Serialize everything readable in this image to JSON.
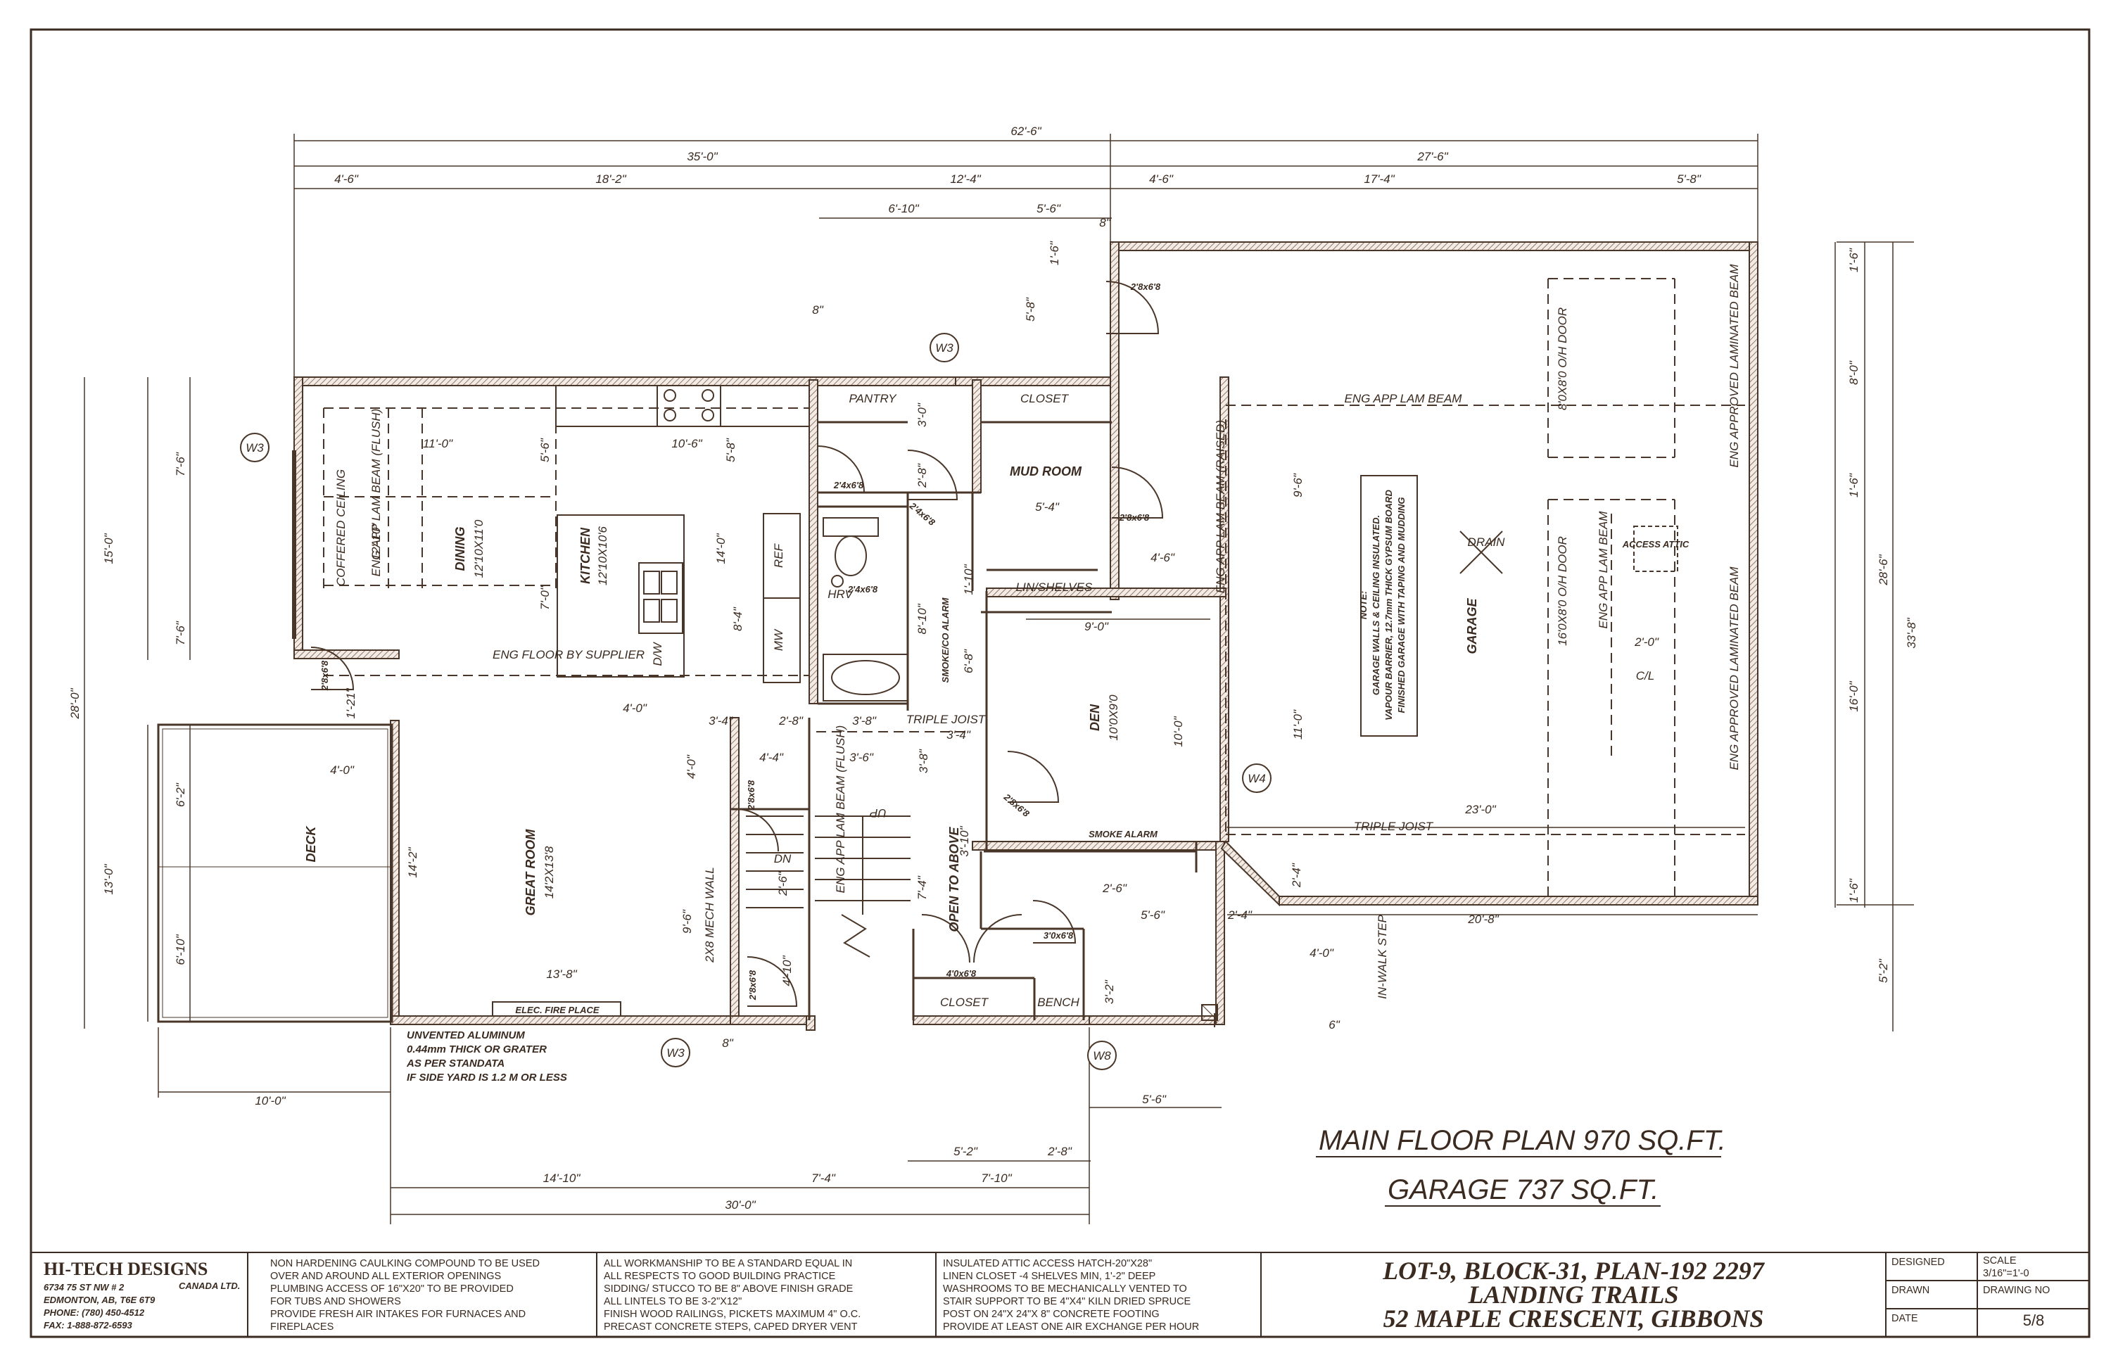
{
  "dims": {
    "overall_width": "62'-6\"",
    "left_width": "35'-0\"",
    "right_width": "27'-6\"",
    "d_4_6_a": "4'-6\"",
    "d_18_2": "18'-2\"",
    "d_12_4": "12'-4\"",
    "d_4_6_b": "4'-6\"",
    "d_17_4": "17'-4\"",
    "d_5_8": "5'-8\"",
    "d_6_10": "6'-10\"",
    "d_5_6_top": "5'-6\"",
    "d_8_top": "8\"",
    "d_1_6_left": "1'-6\"",
    "d_5_8_v": "5'-8\"",
    "d_8_pantry": "8\"",
    "d_1_6_r1": "1'-6\"",
    "d_8_0": "8'-0\"",
    "d_1_6_r2": "1'-6\"",
    "d_16_0": "16'-0\"",
    "d_1_6_r3": "1'-6\"",
    "d_28_6": "28'-6\"",
    "d_33_8": "33'-8\"",
    "d_5_2": "5'-2\"",
    "d_7_6_a": "7'-6\"",
    "d_7_6_b": "7'-6\"",
    "d_15_0": "15'-0\"",
    "d_28_0": "28'-0\"",
    "d_6_2": "6'-2\"",
    "d_6_10_v": "6'-10\"",
    "d_13_0": "13'-0\"",
    "d_11_0": "11'-0\"",
    "d_10_6": "10'-6\"",
    "d_5_6_kit": "5'-6\"",
    "d_5_8_kit": "5'-8\"",
    "d_14_0": "14'-0\"",
    "d_8_4": "8'-4\"",
    "d_12_10": "12'-10\"",
    "d_7_0": "7'-0\"",
    "d_1_21": "1'-21\"",
    "d_4_0_great": "4'-0\"",
    "d_3_4": "3'-4\"",
    "d_2_8_hall": "2'-8\"",
    "d_3_8": "3'-8\"",
    "d_3_4_b": "3'-4\"",
    "d_4_0_deck": "4'-0\"",
    "d_14_2": "14'-2\"",
    "d_4_0_v": "4'-0\"",
    "d_3_6": "3'-6\"",
    "d_4_4": "4'-4\"",
    "d_9_6": "9'-6\"",
    "d_2_6": "2'-6\"",
    "d_13_8": "13'-8\"",
    "d_4_10": "4'-10\"",
    "d_8_mech": "8\"",
    "d_3_0": "3'-0\"",
    "d_2_8_v": "2'-8\"",
    "d_5_4": "5'-4\"",
    "d_4_6_mud": "4'-6\"",
    "d_1_10": "1'-10\"",
    "d_8_10": "8'-10\"",
    "d_6_8": "6'-8\"",
    "d_9_0": "9'-0\"",
    "d_10_0": "10'-0\"",
    "d_3_8_v": "3'-8\"",
    "d_3_10": "3'-10\"",
    "d_7_4": "7'-4\"",
    "d_2_6_closet": "2'-6\"",
    "d_5_6_step": "5'-6\"",
    "d_2_4_step": "2'-4\"",
    "d_2_4_v": "2'-4\"",
    "d_4_0_step": "4'-0\"",
    "d_3_2": "3'-2\"",
    "d_6_corner": "6\"",
    "d_9_6_g": "9'-6\"",
    "d_11_0_g": "11'-0\"",
    "d_23_0": "23'-0\"",
    "d_20_8": "20'-8\"",
    "d_2_0": "2'-0\"",
    "d_10_0_bottom": "10'-0\"",
    "d_5_6_bottom": "5'-6\"",
    "d_5_2_bottom": "5'-2\"",
    "d_2_8_bottom": "2'-8\"",
    "d_14_10": "14'-10\"",
    "d_7_4_bottom": "7'-4\"",
    "d_7_10": "7'-10\"",
    "d_30_0": "30'-0\""
  },
  "rooms": {
    "pantry": "PANTRY",
    "closet_top": "CLOSET",
    "mud_room": "MUD ROOM",
    "lin_shelves": "LIN/SHELVES",
    "dining": "DINING",
    "dining_size": "12'10X11'0",
    "kitchen": "KITCHEN",
    "kitchen_size": "12'10X10'6",
    "coffered": "COFFERED CEILING",
    "great_room": "GREAT ROOM",
    "great_room_size": "14'2X13'8",
    "deck": "DECK",
    "den": "DEN",
    "den_size": "10'0X9'0",
    "garage": "GARAGE",
    "drain": "DRAIN",
    "access_attic": "ACCESS ATTIC",
    "closet_bottom": "CLOSET",
    "bench": "BENCH",
    "cl": "C/L",
    "ref": "REF",
    "mw": "MW",
    "dw": "D/W",
    "hrv": "HRV",
    "smoke_co": "SMOKE/CO ALARM",
    "smoke": "SMOKE ALARM",
    "open_above": "OPEN TO ABOVE",
    "mech_wall": "2X8 MECH WALL",
    "up": "UP",
    "dn": "DN",
    "elec_fp": "ELEC. FIRE PLACE",
    "in_walk_step": "IN-WALK STEP"
  },
  "beams": {
    "eng_lam_beam_top": "ENG APP LAM BEAM",
    "eng_lam_flush": "ENG APP LAM BEAM (FLUSH)",
    "eng_lam_raised": "ENG APP LAM BEAM (RAISED)",
    "eng_floor": "ENG FLOOR BY SUPPLIER",
    "eng_lam_flush2": "ENG APP LAM BEAM (FLUSH)",
    "triple_joist": "TRIPLE JOIST",
    "triple_joist2": "TRIPLE JOIST",
    "eng_approved_right1": "ENG APPROVED LAMINATED BEAM",
    "eng_approved_right2": "ENG APPROVED LAMINATED BEAM",
    "eng_lam_garage": "ENG APP LAM BEAM",
    "door1": "8'0X8'0 O/H DOOR",
    "door2": "16'0X8'0 O/H DOOR"
  },
  "doors": {
    "d1": "2'8x6'8",
    "d2": "2'4x6'8",
    "d3": "2'4x6'8",
    "d4": "2'8x6'8",
    "d5": "2'4x6'8",
    "d6": "2'8x6'8",
    "d7": "2'8x6'8",
    "d8": "2'8x6'8",
    "d9": "2'8x6'8",
    "d10": "4'0x6'8",
    "d11": "3'0x6'8"
  },
  "windows": {
    "w3a": "W3",
    "w3b": "W3",
    "w3c": "W3",
    "w4": "W4",
    "w8": "W8"
  },
  "garage_note": [
    "NOTE:",
    "GARAGE WALLS & CEILING INSULATED.",
    "VAPOUR BARRIER, 12.7mm THICK GYPSUM BOARD",
    "FINISHED GARAGE WITH TAPING AND MUDDING"
  ],
  "rail_note": [
    "UNVENTED ALUMINUM",
    "0.44mm THICK OR GRATER",
    "AS PER STANDATA",
    "IF SIDE YARD IS 1.2 M OR LESS"
  ],
  "summary": {
    "main_floor": "MAIN FLOOR PLAN 970 SQ.FT.",
    "garage": "GARAGE 737 SQ.FT."
  },
  "title_block": {
    "company": "HI-TECH DESIGNS",
    "company_sub": "CANADA LTD.",
    "address1": "6734 75 ST NW # 2",
    "address2": "EDMONTON, AB, T6E 6T9",
    "phone": "PHONE: (780) 450-4512",
    "fax": "FAX: 1-888-872-6593",
    "notes_col1": [
      "NON HARDENING CAULKING COMPOUND TO BE USED",
      "OVER AND AROUND ALL EXTERIOR OPENINGS",
      "PLUMBING ACCESS OF 16\"X20\" TO BE PROVIDED",
      "FOR TUBS AND SHOWERS",
      "PROVIDE FRESH AIR INTAKES FOR FURNACES AND",
      "FIREPLACES"
    ],
    "notes_col2": [
      "ALL WORKMANSHIP TO BE A STANDARD EQUAL IN",
      "ALL RESPECTS TO GOOD BUILDING PRACTICE",
      "SIDDING/ STUCCO TO BE 8\" ABOVE FINISH GRADE",
      "ALL LINTELS TO BE 3-2\"X12\"",
      "FINISH WOOD RAILINGS, PICKETS MAXIMUM 4\" O.C.",
      "PRECAST CONCRETE STEPS, CAPED DRYER VENT"
    ],
    "notes_col3": [
      "INSULATED ATTIC ACCESS HATCH-20\"X28\"",
      "LINEN CLOSET -4 SHELVES MIN, 1'-2\" DEEP",
      "WASHROOMS TO BE MECHANICALLY VENTED TO",
      "STAIR SUPPORT TO BE 4\"X4\" KILN DRIED SPRUCE",
      "POST ON 24\"X 24\"X 8\" CONCRETE FOOTING",
      "PROVIDE AT LEAST ONE AIR EXCHANGE PER HOUR"
    ],
    "project_line1": "LOT-9, BLOCK-31, PLAN-192 2297",
    "project_line2": "LANDING TRAILS",
    "project_line3": "52 MAPLE CRESCENT, GIBBONS",
    "designed_label": "DESIGNED",
    "drawn_label": "DRAWN",
    "date_label": "DATE",
    "scale_label": "SCALE",
    "scale_value": "3/16\"=1'-0",
    "drawing_no_label": "DRAWING NO",
    "drawing_no_value": "5/8"
  }
}
